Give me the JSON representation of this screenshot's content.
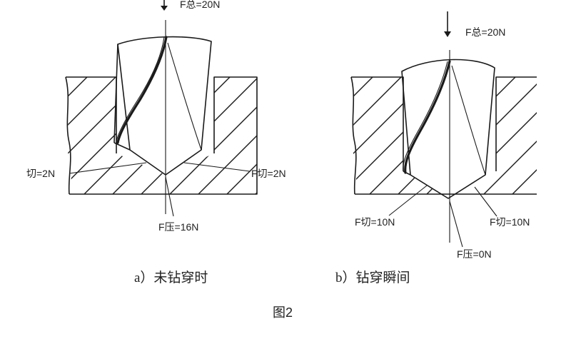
{
  "diagram_a": {
    "force_total": "F总=20N",
    "cut_left": "切=2N",
    "cut_right": "F切=2N",
    "press": "F压=16N",
    "caption": "a）未钻穿时"
  },
  "diagram_b": {
    "force_total": "F总=20N",
    "cut_left": "F切=10N",
    "cut_right": "F切=10N",
    "press": "F压=0N",
    "caption": "b）钻穿瞬间"
  },
  "figure_label": "图2"
}
